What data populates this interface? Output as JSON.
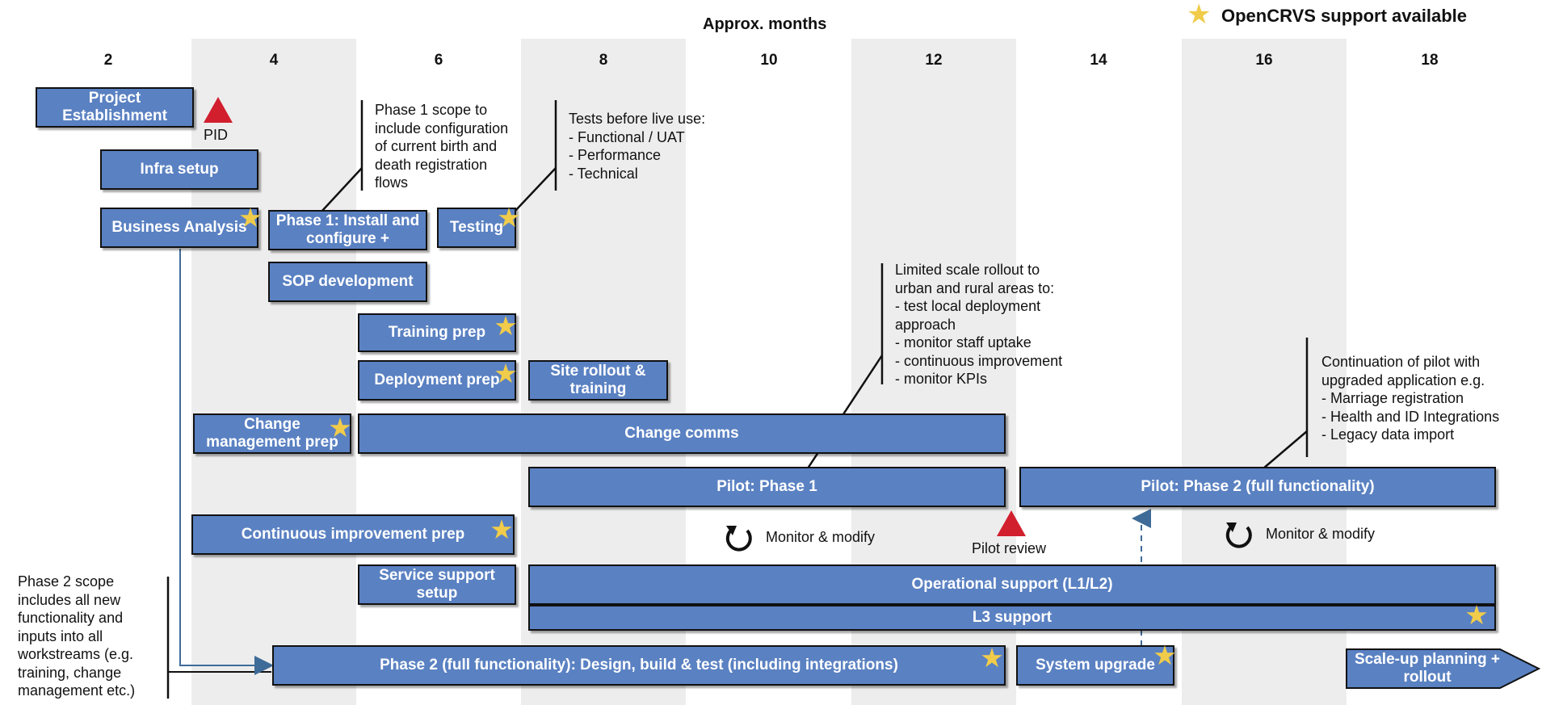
{
  "header": {
    "title": "Approx. months",
    "legend_label": "OpenCRVS support available",
    "months": [
      "2",
      "4",
      "6",
      "8",
      "10",
      "12",
      "14",
      "16",
      "18"
    ]
  },
  "colors": {
    "bar": "#5a81c2",
    "star": "#f0cc4a",
    "milestone": "#d11f2e",
    "band": "#ededed"
  },
  "bars": {
    "project_establishment": "Project Establishment",
    "infra_setup": "Infra setup",
    "business_analysis": "Business Analysis",
    "phase1_install": "Phase 1: Install and configure +",
    "testing": "Testing",
    "sop_development": "SOP development",
    "training_prep": "Training prep",
    "deployment_prep": "Deployment prep",
    "site_rollout": "Site rollout & training",
    "change_management_prep": "Change management prep",
    "change_comms": "Change comms",
    "pilot_phase1": "Pilot: Phase 1",
    "pilot_phase2": "Pilot: Phase 2 (full functionality)",
    "continuous_improvement_prep": "Continuous improvement prep",
    "service_support_setup": "Service support setup",
    "operational_support": "Operational support (L1/L2)",
    "l3_support": "L3 support",
    "phase2_design_build": "Phase 2 (full functionality): Design, build & test (including integrations)",
    "system_upgrade": "System upgrade",
    "scale_up": "Scale-up planning + rollout"
  },
  "milestones": {
    "pid": "PID",
    "pilot_review": "Pilot review"
  },
  "cycles": {
    "monitor_modify_1": "Monitor & modify",
    "monitor_modify_2": "Monitor & modify"
  },
  "notes": {
    "phase1_scope": "Phase 1 scope to\ninclude configuration\nof current birth and\ndeath registration\nflows",
    "tests": "Tests before live use:\n- Functional / UAT\n- Performance\n- Technical",
    "limited_rollout": "Limited scale rollout to\nurban and rural areas to:\n-  test local deployment\napproach\n- monitor staff uptake\n- continuous improvement\n- monitor KPIs",
    "continuation": "Continuation of pilot with\nupgraded application e.g.\n- Marriage registration\n- Health and ID Integrations\n- Legacy data import",
    "phase2_scope": "Phase 2 scope\nincludes all new\nfunctionality and\ninputs into all\nworkstreams (e.g.\ntraining, change\nmanagement etc.)"
  }
}
